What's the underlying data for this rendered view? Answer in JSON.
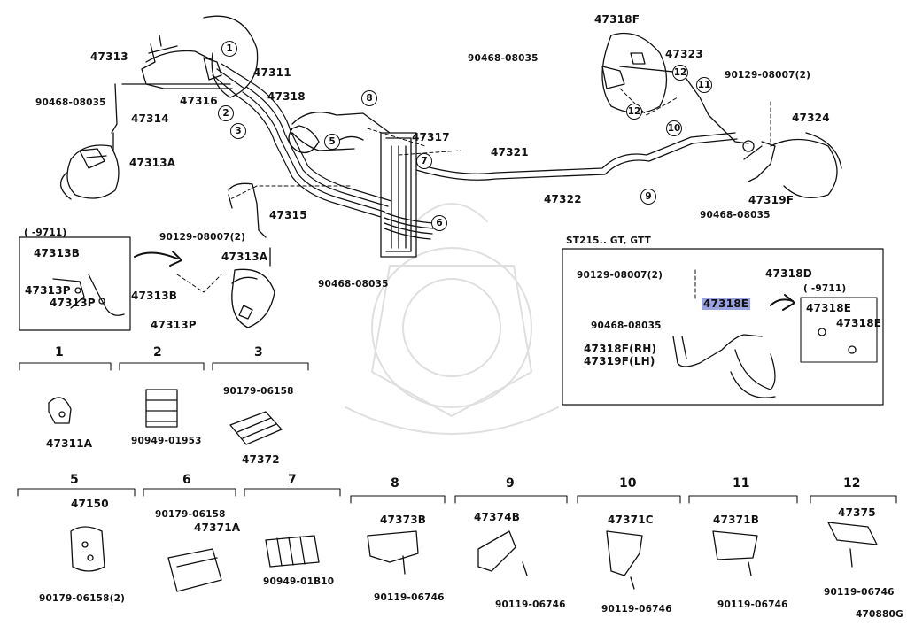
{
  "diagram": {
    "image_code": "470880G",
    "variant_heading": "ST215.. GT, GTT",
    "date_note_left": "(   -9711)",
    "date_note_right": "(   -9711)",
    "main_labels": {
      "p47313": "47313",
      "p47311": "47311",
      "p90468_a": "90468-08035",
      "p47314": "47314",
      "p47316": "47316",
      "p47318": "47318",
      "p47313A_top": "47313A",
      "p47317": "47317",
      "p47321": "47321",
      "p47322": "47322",
      "p47315": "47315",
      "p90129_left": "90129-08007(2)",
      "p47313A_mid": "47313A",
      "p90468_mid": "90468-08035",
      "p47313B_mid": "47313B",
      "p47313P_mid": "47313P",
      "p47318F": "47318F",
      "p90468_top": "90468-08035",
      "p47323": "47323",
      "p90129_right": "90129-08007(2)",
      "p47324": "47324",
      "p47319F": "47319F",
      "p90468_right": "90468-08035"
    },
    "inset_left": {
      "p47313B": "47313B",
      "p47313P_a": "47313P",
      "p47313P_b": "47313P"
    },
    "inset_right": {
      "p90129": "90129-08007(2)",
      "p47318D": "47318D",
      "p47318E_highlight": "47318E",
      "p90468": "90468-08035",
      "p47318F_rh": "47318F(RH)",
      "p47319F_lh": "47319F(LH)",
      "p47318E_a": "47318E",
      "p47318E_b": "47318E"
    },
    "callout_numbers": {
      "n1": "1",
      "n2": "2",
      "n3": "3",
      "n5": "5",
      "n6": "6",
      "n7": "7",
      "n8": "8",
      "n9": "9",
      "n10": "10",
      "n11": "11",
      "n12a": "12",
      "n12b": "12"
    },
    "detail_groups": [
      {
        "index": "1",
        "parts": [
          "47311A"
        ]
      },
      {
        "index": "2",
        "parts": [
          "90949-01953"
        ]
      },
      {
        "index": "3",
        "parts": [
          "90179-06158",
          "47372"
        ]
      },
      {
        "index": "5",
        "parts": [
          "47150",
          "90179-06158(2)"
        ]
      },
      {
        "index": "6",
        "parts": [
          "90179-06158",
          "47371A"
        ]
      },
      {
        "index": "7",
        "parts": [
          "90949-01B10"
        ]
      },
      {
        "index": "8",
        "parts": [
          "47373B",
          "90119-06746"
        ]
      },
      {
        "index": "9",
        "parts": [
          "47374B",
          "90119-06746"
        ]
      },
      {
        "index": "10",
        "parts": [
          "47371C",
          "90119-06746"
        ]
      },
      {
        "index": "11",
        "parts": [
          "47371B",
          "90119-06746"
        ]
      },
      {
        "index": "12",
        "parts": [
          "47375",
          "90119-06746"
        ]
      }
    ]
  }
}
